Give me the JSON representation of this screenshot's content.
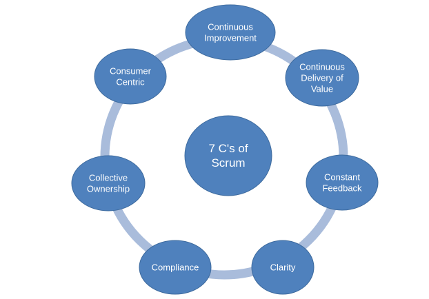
{
  "diagram": {
    "center": {
      "lines": [
        "7 C's of",
        "Scrum"
      ]
    },
    "nodes": [
      {
        "id": "continuous-improvement",
        "lines": [
          "Continuous",
          "Improvement"
        ]
      },
      {
        "id": "continuous-delivery-of-value",
        "lines": [
          "Continuous",
          "Delivery of",
          "Value"
        ]
      },
      {
        "id": "constant-feedback",
        "lines": [
          "Constant",
          "Feedback"
        ]
      },
      {
        "id": "clarity",
        "lines": [
          "Clarity"
        ]
      },
      {
        "id": "compliance",
        "lines": [
          "Compliance"
        ]
      },
      {
        "id": "collective-ownership",
        "lines": [
          "Collective",
          "Ownership"
        ]
      },
      {
        "id": "consumer-centric",
        "lines": [
          "Consumer",
          "Centric"
        ]
      }
    ],
    "colors": {
      "node_fill": "#4F81BD",
      "node_stroke": "#3E6B9E",
      "ring": "#A9BCDB",
      "text": "#FFFFFF"
    }
  }
}
